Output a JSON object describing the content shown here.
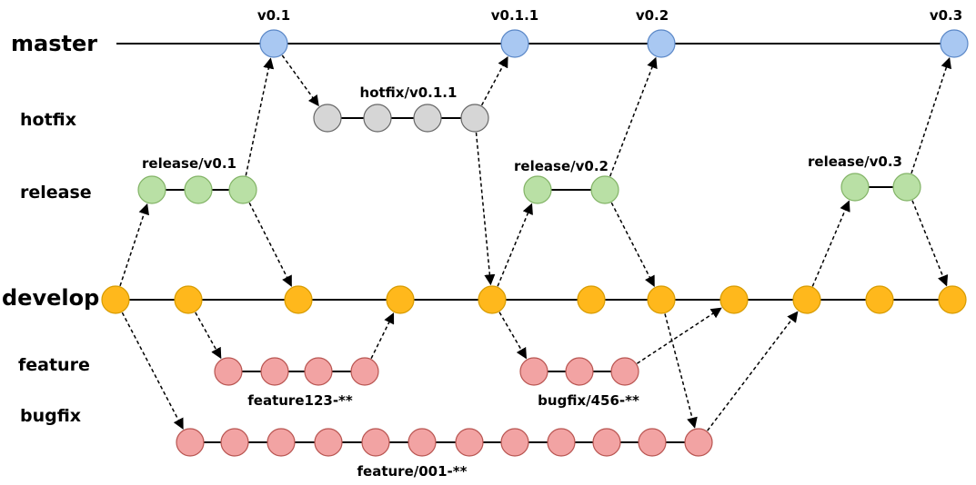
{
  "rows": [
    {
      "id": "master",
      "label": "master",
      "size": "big"
    },
    {
      "id": "hotfix",
      "label": "hotfix",
      "size": "small"
    },
    {
      "id": "release",
      "label": "release",
      "size": "small"
    },
    {
      "id": "develop",
      "label": "develop",
      "size": "big"
    },
    {
      "id": "feature",
      "label": "feature",
      "size": "small"
    },
    {
      "id": "bugfix",
      "label": "bugfix",
      "size": "small"
    }
  ],
  "tags": [
    "v0.1",
    "v0.1.1",
    "v0.2",
    "v0.3"
  ],
  "branch_labels": {
    "hotfix_v011": "hotfix/v0.1.1",
    "release_v01": "release/v0.1",
    "release_v02": "release/v0.2",
    "release_v03": "release/v0.3",
    "feature123": "feature123-**",
    "bugfix456": "bugfix/456-**",
    "feature001": "feature/001-**"
  },
  "colors": {
    "master": {
      "fill": "#a9c8f2",
      "stroke": "#5a87c7"
    },
    "hotfix": {
      "fill": "#d6d6d6",
      "stroke": "#666666"
    },
    "release": {
      "fill": "#b9e0a5",
      "stroke": "#82b366"
    },
    "develop": {
      "fill": "#ffb81c",
      "stroke": "#d79b00"
    },
    "feature": {
      "fill": "#f2a3a3",
      "stroke": "#b85450"
    }
  }
}
